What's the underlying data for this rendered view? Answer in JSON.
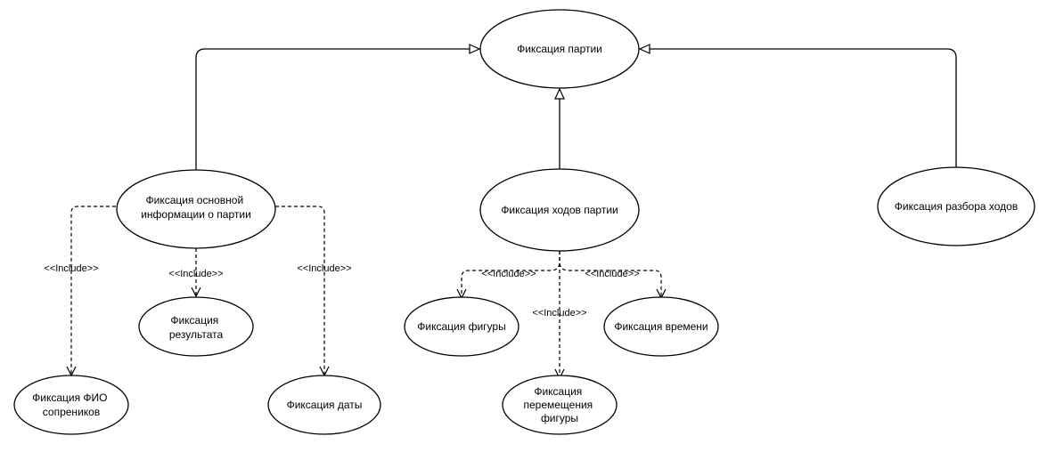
{
  "use_cases": {
    "root": "Фиксация партии",
    "basic_info": [
      "Фиксация основной",
      "информации о партии"
    ],
    "moves": "Фиксация ходов партии",
    "analysis": "Фиксация разбора ходов",
    "players": [
      "Фиксация ФИО",
      "сопреников"
    ],
    "result": [
      "Фиксация",
      "результата"
    ],
    "date": "Фиксация даты",
    "piece": "Фиксация фигуры",
    "piece_move": [
      "Фиксация",
      "перемещения",
      "фигуры"
    ],
    "time": "Фиксация времени"
  },
  "relations": {
    "include_label": "<<Include>>"
  }
}
